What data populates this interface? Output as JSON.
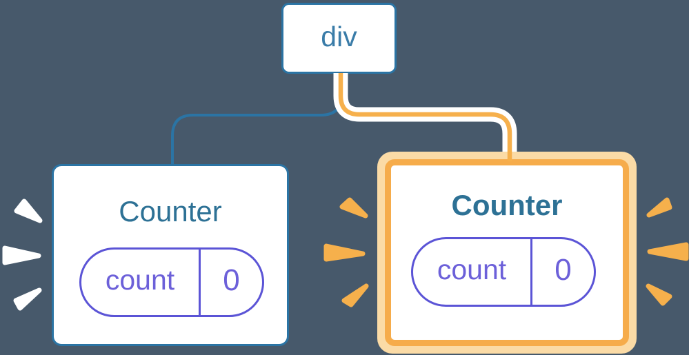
{
  "diagram": {
    "description": "React component tree: div parent with two Counter children; right Counter freshly mounted (highlighted with orange ring and sparkles), both showing state count=0",
    "root": {
      "label": "div"
    },
    "children": [
      {
        "label": "Counter",
        "highlighted": false,
        "state": {
          "key": "count",
          "value": "0"
        }
      },
      {
        "label": "Counter",
        "highlighted": true,
        "state": {
          "key": "count",
          "value": "0"
        }
      }
    ]
  },
  "colors": {
    "bg": "#47596B",
    "white": "#FFFFFF",
    "nodeBorderBlue": "#2B74A4",
    "edgeBlue": "#2B74A4",
    "divText": "#3A7CA8",
    "counterText": "#2D7195",
    "purple": "#5B54D6",
    "purpleText": "#6C60D9",
    "orange": "#F6B04C",
    "creamRing": "#FBDBA6",
    "innerOrange": "#F6AC4B"
  }
}
